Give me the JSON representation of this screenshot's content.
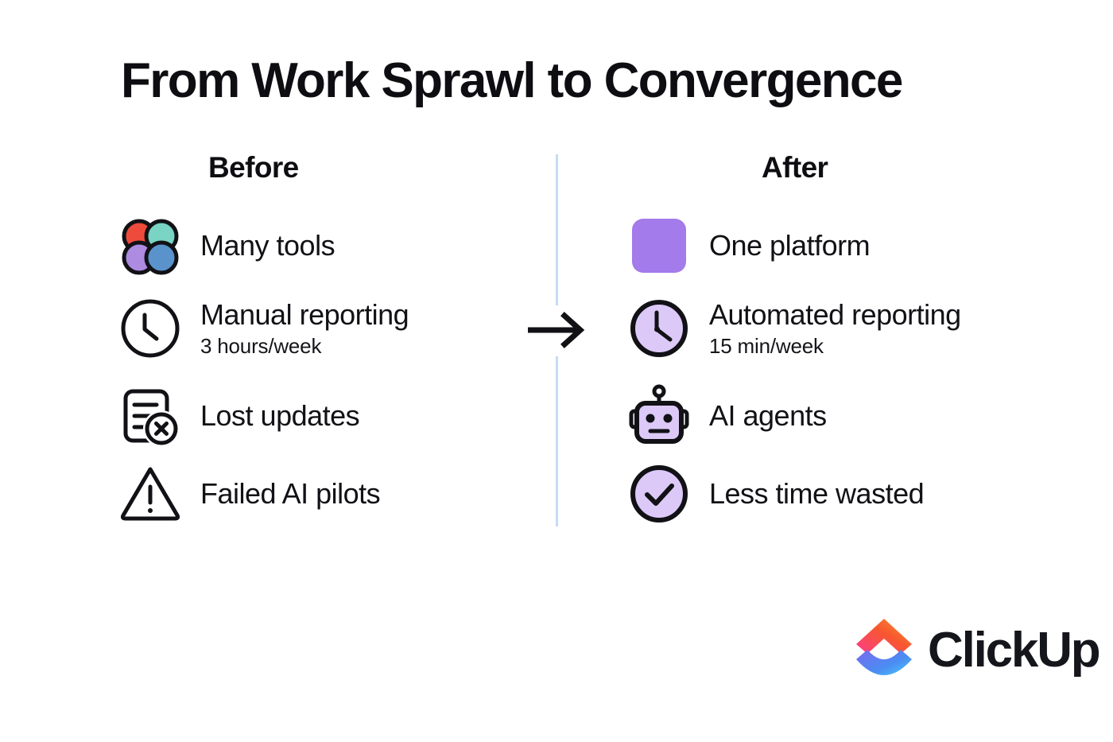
{
  "title": "From Work Sprawl to Convergence",
  "columns": {
    "before": {
      "heading": "Before",
      "items": [
        {
          "icon": "four-circles-icon",
          "label": "Many tools",
          "sub": ""
        },
        {
          "icon": "clock-icon",
          "label": "Manual reporting",
          "sub": "3 hours/week"
        },
        {
          "icon": "document-error-icon",
          "label": "Lost updates",
          "sub": ""
        },
        {
          "icon": "warning-triangle-icon",
          "label": "Failed AI pilots",
          "sub": ""
        }
      ]
    },
    "after": {
      "heading": "After",
      "items": [
        {
          "icon": "rounded-square-icon",
          "label": "One platform",
          "sub": ""
        },
        {
          "icon": "clock-filled-icon",
          "label": "Automated reporting",
          "sub": "15 min/week"
        },
        {
          "icon": "robot-icon",
          "label": "AI agents",
          "sub": ""
        },
        {
          "icon": "check-circle-icon",
          "label": "Less time wasted",
          "sub": ""
        }
      ]
    }
  },
  "divider": {
    "icon": "arrow-right-icon",
    "color": "#c5dcf5"
  },
  "logo": {
    "name": "clickup-logo",
    "wordmark": "ClickUp",
    "mark_icon": "clickup-chevron-icon"
  },
  "colors": {
    "background": "#ffffff",
    "text": "#0d0d12",
    "stroke": "#111116",
    "purple_solid": "#a37bea",
    "purple_light": "#dcc9f8",
    "divider_blue": "#c5dcf5",
    "tool_red": "#ee4b3c",
    "tool_teal": "#79d4c3",
    "tool_purple": "#ad8be0",
    "tool_blue": "#5a93cc",
    "logo_pink": "#fd3c8c",
    "logo_orange": "#fa8234",
    "logo_purple": "#7b68ee",
    "logo_blue": "#49ccf9"
  }
}
